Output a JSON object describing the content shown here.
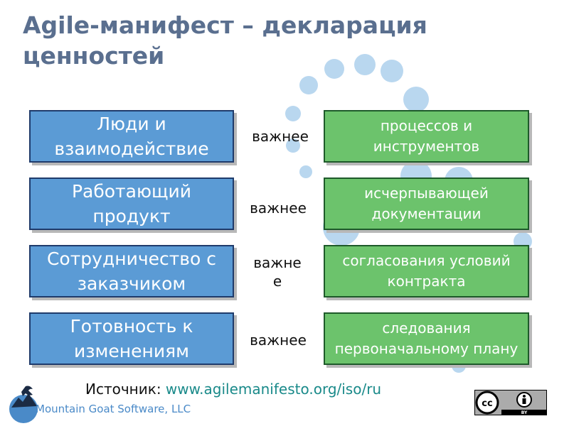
{
  "title": "Agile-манифест – декларация ценностей",
  "rows": [
    {
      "left": "Люди и взаимодействие",
      "middle": "важнее",
      "right": "процессов и инструментов"
    },
    {
      "left": "Работающий продукт",
      "middle": "важнее",
      "right": "исчерпывающей документации"
    },
    {
      "left": "Сотрудничество с заказчиком",
      "middle": "важне е",
      "right": "согласования условий контракта"
    },
    {
      "left": "Готовность к изменениям",
      "middle": "важнее",
      "right": "следования первоначальному плану"
    }
  ],
  "source": {
    "label": "Источник:",
    "url": "www.agilemanifesto.org/iso/ru"
  },
  "footer": {
    "company": "Mountain Goat Software, LLC"
  },
  "license": {
    "icon": "creative-commons-by-icon"
  },
  "colors": {
    "title": "#5a6f8f",
    "left_box": "#5b9bd5",
    "right_box": "#6cc36c",
    "link": "#1a8a8a",
    "dots": "#b9d7ef"
  }
}
